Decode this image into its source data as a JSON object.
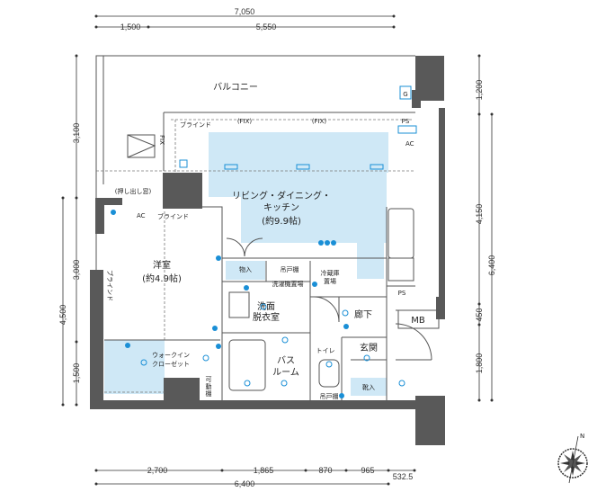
{
  "dimensions": {
    "top_total": "7,050",
    "top_left": "1,500",
    "top_right": "5,550",
    "left_top": "3,100",
    "left_mid": "3,000",
    "left_total_lower": "4,500",
    "left_bottom": "1,500",
    "right_top": "1,200",
    "right_mid": "4,150",
    "right_small": "450",
    "right_bottom": "1,800",
    "right_total": "6,400",
    "bottom_1": "2,700",
    "bottom_2": "1,865",
    "bottom_3": "870",
    "bottom_4": "965",
    "bottom_5": "532.5",
    "bottom_total": "6,400"
  },
  "rooms": {
    "balcony": "バルコニー",
    "ldk_line1": "リビング・ダイニング・",
    "ldk_line2": "キッチン",
    "ldk_size": "(約9.9帖)",
    "western_room": "洋室",
    "western_size": "(約4.9帖)",
    "walkin_line1": "ウォークイン",
    "walkin_line2": "クローゼット",
    "storage": "物入",
    "hanging_cabinet": "吊戸棚",
    "washer_space": "洗濯機置場",
    "fridge_line1": "冷蔵庫",
    "fridge_line2": "置場",
    "washroom_line1": "洗面",
    "washroom_line2": "脱衣室",
    "corridor": "廊下",
    "toilet": "トイレ",
    "hanging_cabinet_toilet": "吊戸棚",
    "bath_line1": "バス",
    "bath_line2": "ルーム",
    "entrance": "玄関",
    "shoe_storage": "靴入",
    "movable_shelf_1": "可",
    "movable_shelf_2": "動",
    "movable_shelf_3": "棚",
    "mb": "MB",
    "ps_top": "PS",
    "ps_mid": "PS"
  },
  "annotations": {
    "blind_top": "ブラインド",
    "blind_mid": "ブラインド",
    "blind_side": "ブラインド",
    "fix_1": "(FIX)",
    "fix_2": "(FIX)",
    "fix_vertical": "FIX",
    "push_window": "(押し出し窓)",
    "ac_1": "AC",
    "ac_2": "AC",
    "gas_meter": "G",
    "compass_n": "N"
  },
  "colors": {
    "floor_highlight": "#cfe8f6",
    "wall": "#595959",
    "fixture": "#1a8fd6"
  }
}
